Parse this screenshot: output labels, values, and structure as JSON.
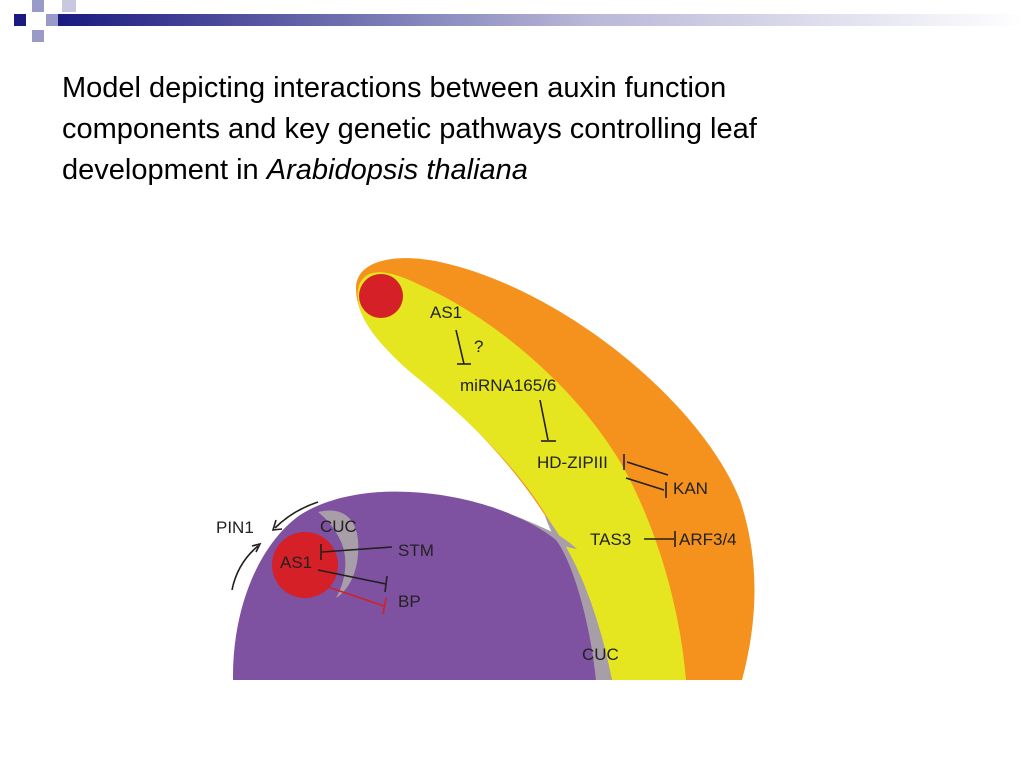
{
  "slide": {
    "title_line1": "Model depicting interactions between auxin function",
    "title_line2": "components and key genetic pathways controlling leaf",
    "title_line3_prefix": "development in ",
    "title_species": "Arabidopsis thaliana"
  },
  "diagram": {
    "labels": {
      "as1_leaf": "AS1",
      "question": "?",
      "mirna": "miRNA165/6",
      "hdzip": "HD-ZIPIII",
      "kan": "KAN",
      "tas3": "TAS3",
      "arf": "ARF3/4",
      "cuc_bottom": "CUC",
      "pin1": "PIN1",
      "cuc_top": "CUC",
      "as1_meristem": "AS1",
      "stm": "STM",
      "bp": "BP"
    },
    "colors": {
      "meristem": "#7e52a0",
      "boundary": "#a89ea8",
      "adaxial": "#e6e620",
      "abaxial": "#f5921e",
      "primordium_red": "#d42026",
      "repression_red": "#d42026",
      "line": "#231f20"
    }
  },
  "header": {
    "colors": {
      "dark_square": "#1a1a80",
      "light_square": "#9a9ac8",
      "gradient_start": "#1a1a80",
      "gradient_end": "#ffffff"
    }
  }
}
